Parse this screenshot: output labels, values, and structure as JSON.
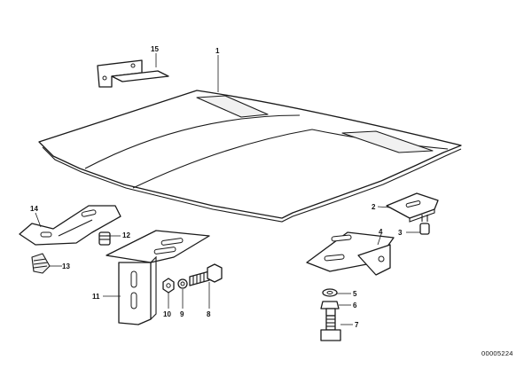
{
  "diagram": {
    "callouts": {
      "hood": "1",
      "bracket_2": "2",
      "screw_3": "3",
      "hinge_plate_4": "4",
      "washer_5": "5",
      "nut_6": "6",
      "bolt_7": "7",
      "bolt_8": "8",
      "washer_9": "9",
      "nut_10": "10",
      "hinge_11": "11",
      "screw_12": "12",
      "buffer_13": "13",
      "strap_14": "14",
      "bracket_15": "15"
    },
    "document_number": "00005224"
  }
}
